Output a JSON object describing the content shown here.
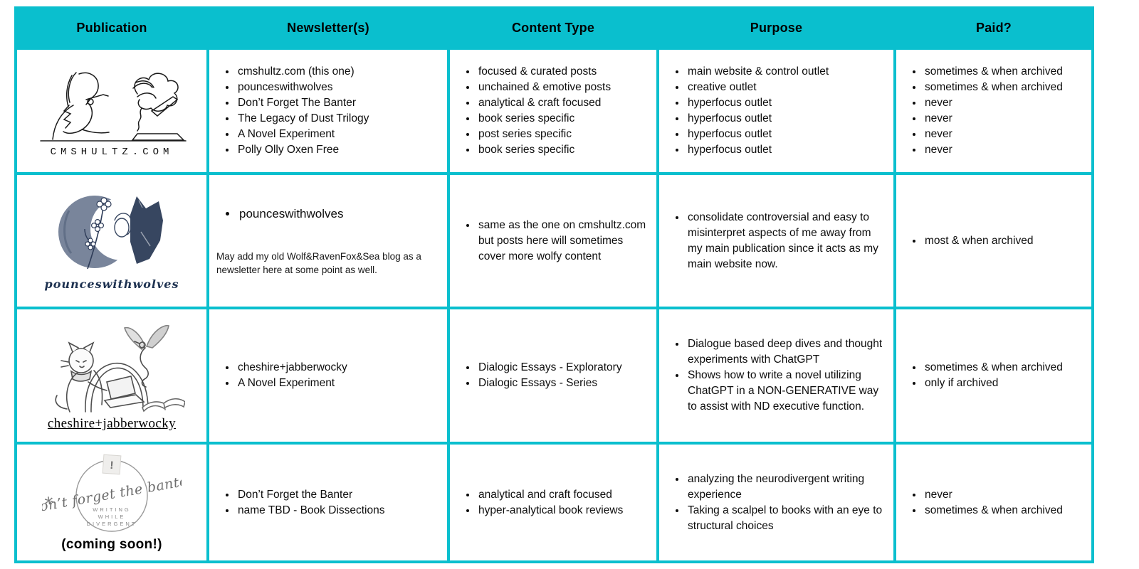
{
  "colors": {
    "accent": "#0ABFCE",
    "navy": "#334660",
    "sketch_gray": "#555555"
  },
  "table": {
    "headers": [
      "Publication",
      "Newsletter(s)",
      "Content Type",
      "Purpose",
      "Paid?"
    ],
    "rows": [
      {
        "publication_caption": "CMSHULTZ.COM",
        "newsletters": [
          "cmshultz.com (this one)",
          "pounceswithwolves",
          "Don’t Forget The Banter",
          "The Legacy of Dust Trilogy",
          "A Novel Experiment",
          "Polly Olly Oxen Free"
        ],
        "content_type": [
          "focused & curated posts",
          "unchained & emotive posts",
          "analytical & craft focused",
          "book series specific",
          "post series specific",
          "book series specific"
        ],
        "purpose": [
          "main website & control outlet",
          "creative outlet",
          "hyperfocus outlet",
          "hyperfocus outlet",
          "hyperfocus outlet",
          "hyperfocus outlet"
        ],
        "paid": [
          "sometimes & when archived",
          "sometimes & when archived",
          "never",
          "never",
          "never",
          "never"
        ]
      },
      {
        "publication_caption": "pounceswithwolves",
        "newsletters": [
          "pounceswithwolves"
        ],
        "newsletter_note": "May add my old Wolf&RavenFox&Sea blog as a newsletter here at some point as well.",
        "content_type": [
          "same as the one on cmshultz.com but posts here will sometimes cover more wolfy content"
        ],
        "purpose": [
          "consolidate controversial and easy to misinterpret aspects of me away from my main publication since it acts as my main website now."
        ],
        "paid": [
          "most & when archived"
        ]
      },
      {
        "publication_caption": "cheshire+jabberwocky",
        "newsletters": [
          "cheshire+jabberwocky",
          "A Novel Experiment"
        ],
        "content_type": [
          "Dialogic Essays - Exploratory",
          "Dialogic Essays - Series"
        ],
        "purpose": [
          "Dialogue based deep dives and thought experiments with ChatGPT",
          "Shows how to write a novel utilizing ChatGPT in a NON-GENERATIVE way to assist with ND executive function."
        ],
        "paid": [
          "sometimes & when archived",
          "only if archived"
        ]
      },
      {
        "publication_caption": "(coming soon!)",
        "logo": {
          "star": "*",
          "script": "Don’t forget the banter",
          "sub1": "WRITING",
          "sub2": "WHILE",
          "sub3": "DIVERGENT",
          "mark": "!"
        },
        "newsletters": [
          "Don’t Forget the Banter",
          "name TBD - Book Dissections"
        ],
        "content_type": [
          "analytical and craft focused",
          "hyper-analytical book reviews"
        ],
        "purpose": [
          "analyzing the neurodivergent writing experience",
          "Taking a scalpel to books with an eye to structural choices"
        ],
        "paid": [
          "never",
          "sometimes & when archived"
        ]
      }
    ]
  }
}
